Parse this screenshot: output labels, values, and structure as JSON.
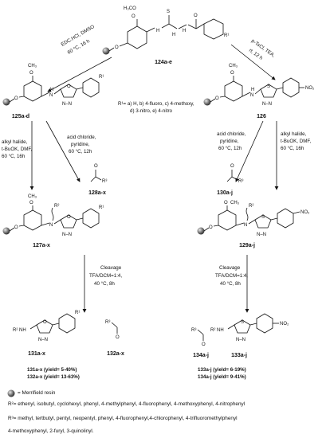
{
  "compounds": {
    "c124": "124a-e",
    "c125": "125a-d",
    "c126": "126",
    "c127": "127a-x",
    "c128": "128a-x",
    "c129": "129a-j",
    "c130": "130a-j",
    "c131": "131a-x",
    "c132": "132a-x",
    "c133": "133a-j",
    "c134": "134a-j"
  },
  "conditions": {
    "left_top": [
      "EDC.HCl, DMSO",
      "60 °C, 16 h"
    ],
    "right_top": [
      "p-TsCl, TEA,",
      "rt, 12 h"
    ],
    "alkyl_left": [
      "alkyl halide,",
      "t-BuOK, DMF,",
      "60 °C, 16h"
    ],
    "acid_left": [
      "acid chloride,",
      "pyridine,",
      "60 °C, 12h"
    ],
    "acid_right": [
      "acid chloride,",
      "pyridine,",
      "60 °C, 12h"
    ],
    "alkyl_right": [
      "alkyl halide,",
      "t-BuOK, DMF,",
      "60 °C, 16h"
    ],
    "cleavage_left": [
      "Cleavage",
      "TFA/DCM=1:4,",
      "40 °C, 8h"
    ],
    "cleavage_right": [
      "Cleavage",
      "TFA/DCM=1:4,",
      "40 °C, 8h"
    ]
  },
  "r1_definition": [
    "R¹= a) H, b) 4-fluoro, c) 4-methoxy,",
    "d) 3-nitro, e) 4-nitro"
  ],
  "yields_left": [
    "131a-x (yield= 5-40%)",
    "132a-x (yield= 13-63%)"
  ],
  "yields_right": [
    "133a-j (yield= 6-19%)",
    "134a-j (yield= 9-41%)"
  ],
  "legend": {
    "resin": "= Merrifield resin",
    "r2": "R²= ethenyl, isobutyl, cyclohexyl, phenyl, 4-methylphenyl, 4-fluorophenyl, 4-methoxyphenyl, 4-nitrophenyl",
    "r3": "R³= methyl, tertbutyl, pentyl, neopentyl, phenyl, 4-fluorophenyl,4-chlorophenyl, 4-trifluoromethylphenyl",
    "r3_cont": "4-methoxyphenyl, 2-furyl, 3-quinolinyl."
  },
  "atoms": {
    "h3co": "H₃CO",
    "ch3o": "CH₃",
    "o": "O",
    "s": "S",
    "n": "N",
    "nn": "N–N",
    "h": "H",
    "nh": "NH",
    "hn": "HN",
    "no2": "NO₂",
    "r1": "R¹",
    "r2": "R²",
    "r3": "R³"
  }
}
